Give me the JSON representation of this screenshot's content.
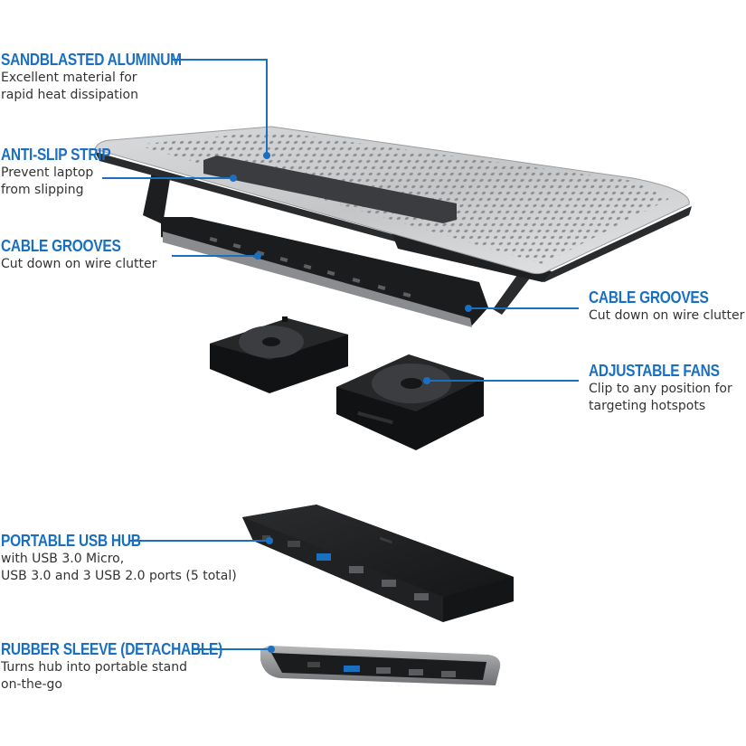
{
  "accent_color": "#1a6fc0",
  "callouts": {
    "sandblasted": {
      "title": "SANDBLASTED ALUMINUM",
      "desc": [
        "Excellent material for",
        "rapid heat dissipation"
      ]
    },
    "antislip": {
      "title": "ANTI-SLIP STRIP",
      "desc": [
        "Prevent laptop",
        "from slipping"
      ]
    },
    "grooves_left": {
      "title": "CABLE GROOVES",
      "desc": [
        "Cut down on wire clutter"
      ]
    },
    "grooves_right": {
      "title": "CABLE GROOVES",
      "desc": [
        "Cut down on wire clutter"
      ]
    },
    "fans": {
      "title": "ADJUSTABLE FANS",
      "desc": [
        "Clip to any position for",
        "targeting hotspots"
      ]
    },
    "usb_hub": {
      "title": "PORTABLE USB HUB",
      "desc": [
        "with USB 3.0 Micro,",
        "USB 3.0 and 3 USB 2.0 ports (5 total)"
      ]
    },
    "sleeve": {
      "title": "RUBBER SLEEVE (DETACHABLE)",
      "desc": [
        "Turns hub into portable stand",
        "on-the-go"
      ]
    }
  }
}
